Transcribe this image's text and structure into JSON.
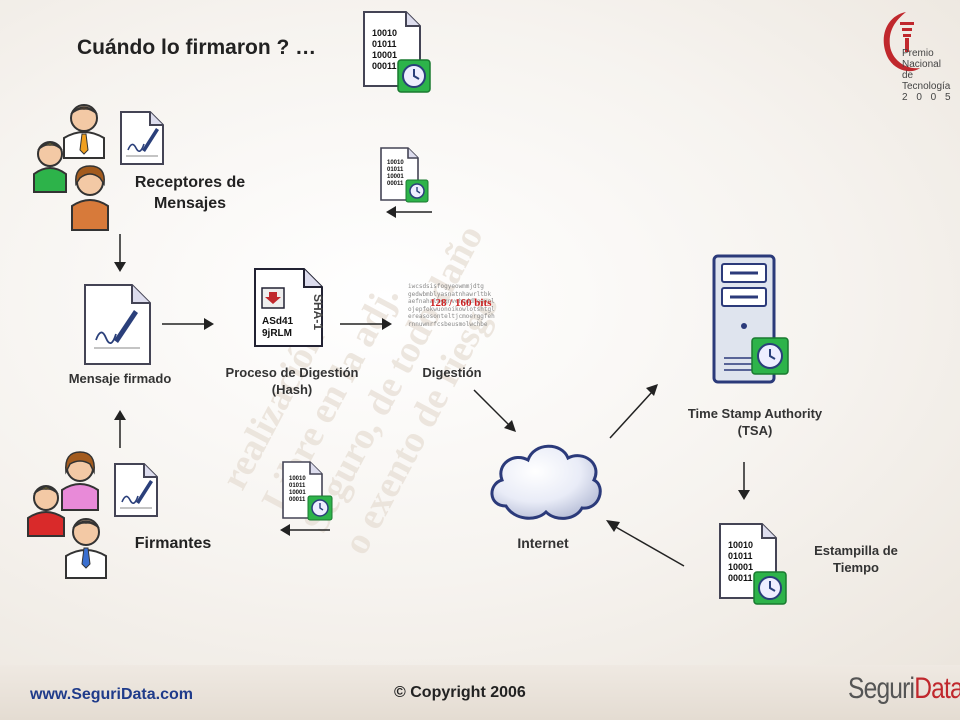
{
  "title": "Cuándo lo firmaron ?  …",
  "receptores_label": "Receptores de Mensajes",
  "firmantes_label": "Firmantes",
  "mensaje_label": "Mensaje firmado",
  "proceso_label": "Proceso de Digestión (Hash)",
  "digestion_label": "Digestión",
  "digest_bits": "128 / 160 bits",
  "hash_icon_text": {
    "algo": "SHA-1",
    "line1": "ASd41",
    "line2": "9jRLM"
  },
  "internet_label": "Internet",
  "tsa_label": "Time Stamp Authority (TSA)",
  "estampilla_label": "Estampilla de Tiempo",
  "doc_bits": [
    "10010",
    "01011",
    "10001",
    "00011"
  ],
  "footer": {
    "url": "www.SeguriData.com",
    "copyright": "© Copyright 2006",
    "brand_a": "Seguri",
    "brand_b": "Data"
  },
  "award": {
    "l1": "Premio",
    "l2": "Nacional",
    "l3": "de Tecnología",
    "l4": "2 0 0 5"
  },
  "colors": {
    "accent_green": "#2db34a",
    "brand_red": "#c0282d",
    "link_blue": "#1f3b8a"
  }
}
